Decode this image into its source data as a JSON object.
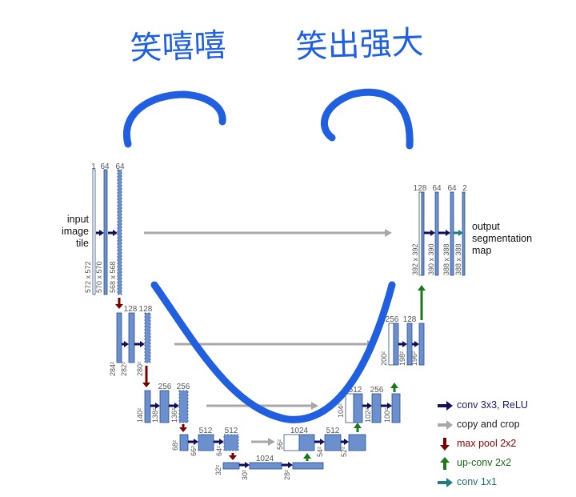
{
  "handwriting": {
    "left": "笑嘻嘻",
    "right": "笑出强大"
  },
  "labels": {
    "input": [
      "input",
      "image",
      "tile"
    ],
    "output": [
      "output",
      "segmentation",
      "map"
    ]
  },
  "channels": [
    "1",
    "64",
    "64",
    "128",
    "128",
    "256",
    "256",
    "512",
    "512",
    "1024",
    "1024",
    "512",
    "512",
    "256",
    "256",
    "128",
    "128",
    "64",
    "64",
    "2"
  ],
  "sizes": [
    "572 x 572",
    "570 x 570",
    "568 x 568",
    "284²",
    "282²",
    "280²",
    "140²",
    "138²",
    "136²",
    "68²",
    "66²",
    "64²",
    "32²",
    "30²",
    "28²",
    "56²",
    "54²",
    "52²",
    "104²",
    "102²",
    "100²",
    "200²",
    "198²",
    "196²",
    "392 x 392",
    "390 x 390",
    "388 x 388",
    "388 x 388"
  ],
  "legend": {
    "conv": "conv 3x3, ReLU",
    "copy": "copy and crop",
    "pool": "max pool 2x2",
    "up": "up-conv 2x2",
    "conv1x1": "conv 1x1"
  },
  "colors": {
    "block": "#6b90cd",
    "block_border": "#2f4f8f",
    "conv_arrow": "#10105a",
    "copy_arrow": "#a8a8a8",
    "pool_arrow": "#7a0000",
    "up_arrow": "#1a7a1a",
    "conv1x1_arrow": "#1f7f7f",
    "scribble": "#1f5fe0",
    "text": "#555555"
  }
}
